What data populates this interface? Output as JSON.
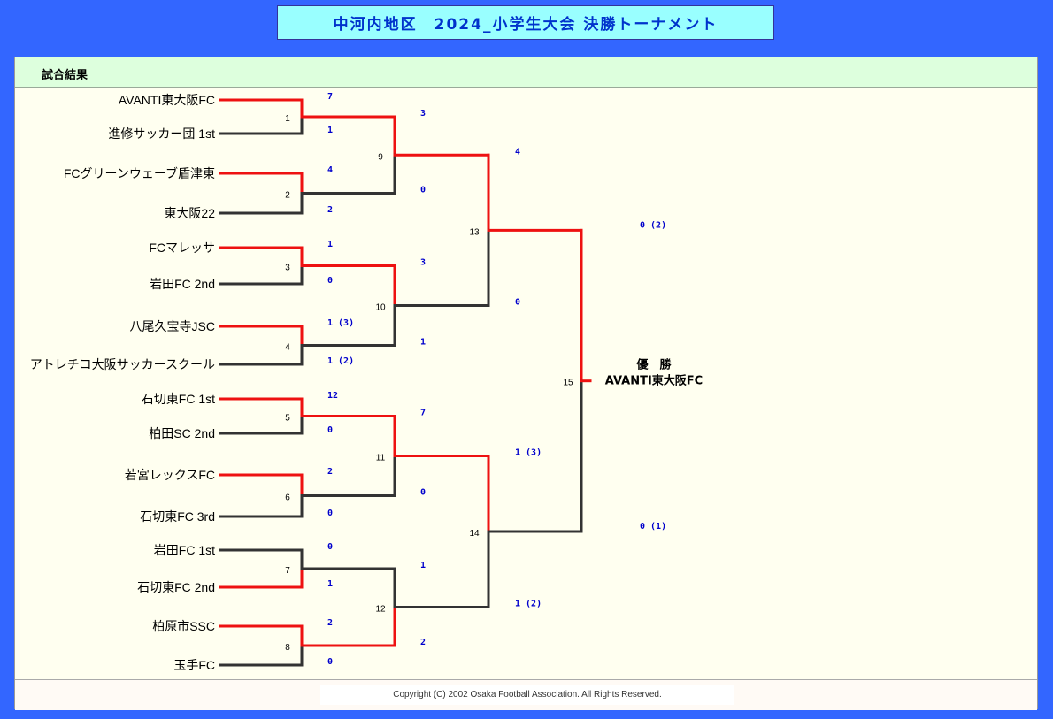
{
  "header": {
    "title": "中河内地区　2024_小学生大会 決勝トーナメント"
  },
  "section": {
    "title": "試合結果"
  },
  "teams": [
    "AVANTI東大阪FC",
    "進修サッカー団 1st",
    "FCグリーンウェーブ盾津東",
    "東大阪22",
    "FCマレッサ",
    "岩田FC 2nd",
    "八尾久宝寺JSC",
    "アトレチコ大阪サッカースクール",
    "石切東FC 1st",
    "柏田SC 2nd",
    "若宮レックスFC",
    "石切東FC 3rd",
    "岩田FC 1st",
    "石切東FC 2nd",
    "柏原市SSC",
    "玉手FC"
  ],
  "rounds": [
    [
      {
        "no": "1",
        "top": "7",
        "bottom": "1",
        "winner": "top"
      },
      {
        "no": "2",
        "top": "4",
        "bottom": "2",
        "winner": "top"
      },
      {
        "no": "3",
        "top": "1",
        "bottom": "0",
        "winner": "top"
      },
      {
        "no": "4",
        "top": "1 (3)",
        "bottom": "1 (2)",
        "winner": "top"
      },
      {
        "no": "5",
        "top": "12",
        "bottom": "0",
        "winner": "top"
      },
      {
        "no": "6",
        "top": "2",
        "bottom": "0",
        "winner": "top"
      },
      {
        "no": "7",
        "top": "0",
        "bottom": "1",
        "winner": "bottom"
      },
      {
        "no": "8",
        "top": "2",
        "bottom": "0",
        "winner": "top"
      }
    ],
    [
      {
        "no": "9",
        "top": "3",
        "bottom": "0",
        "winner": "top"
      },
      {
        "no": "10",
        "top": "3",
        "bottom": "1",
        "winner": "top"
      },
      {
        "no": "11",
        "top": "7",
        "bottom": "0",
        "winner": "top"
      },
      {
        "no": "12",
        "top": "1",
        "bottom": "2",
        "winner": "bottom"
      }
    ],
    [
      {
        "no": "13",
        "top": "4",
        "bottom": "0",
        "winner": "top"
      },
      {
        "no": "14",
        "top": "1 (3)",
        "bottom": "1 (2)",
        "winner": "top"
      }
    ],
    [
      {
        "no": "15",
        "top": "0 (2)",
        "bottom": "0 (1)",
        "winner": "top"
      }
    ]
  ],
  "champion": {
    "label": "優　勝",
    "team": "AVANTI東大阪FC"
  },
  "footer": {
    "copyright": "Copyright (C) 2002 Osaka Football Association. All Rights Reserved."
  },
  "colors": {
    "win": "#ee1111",
    "lose": "#333333",
    "score": "#0000cc"
  }
}
